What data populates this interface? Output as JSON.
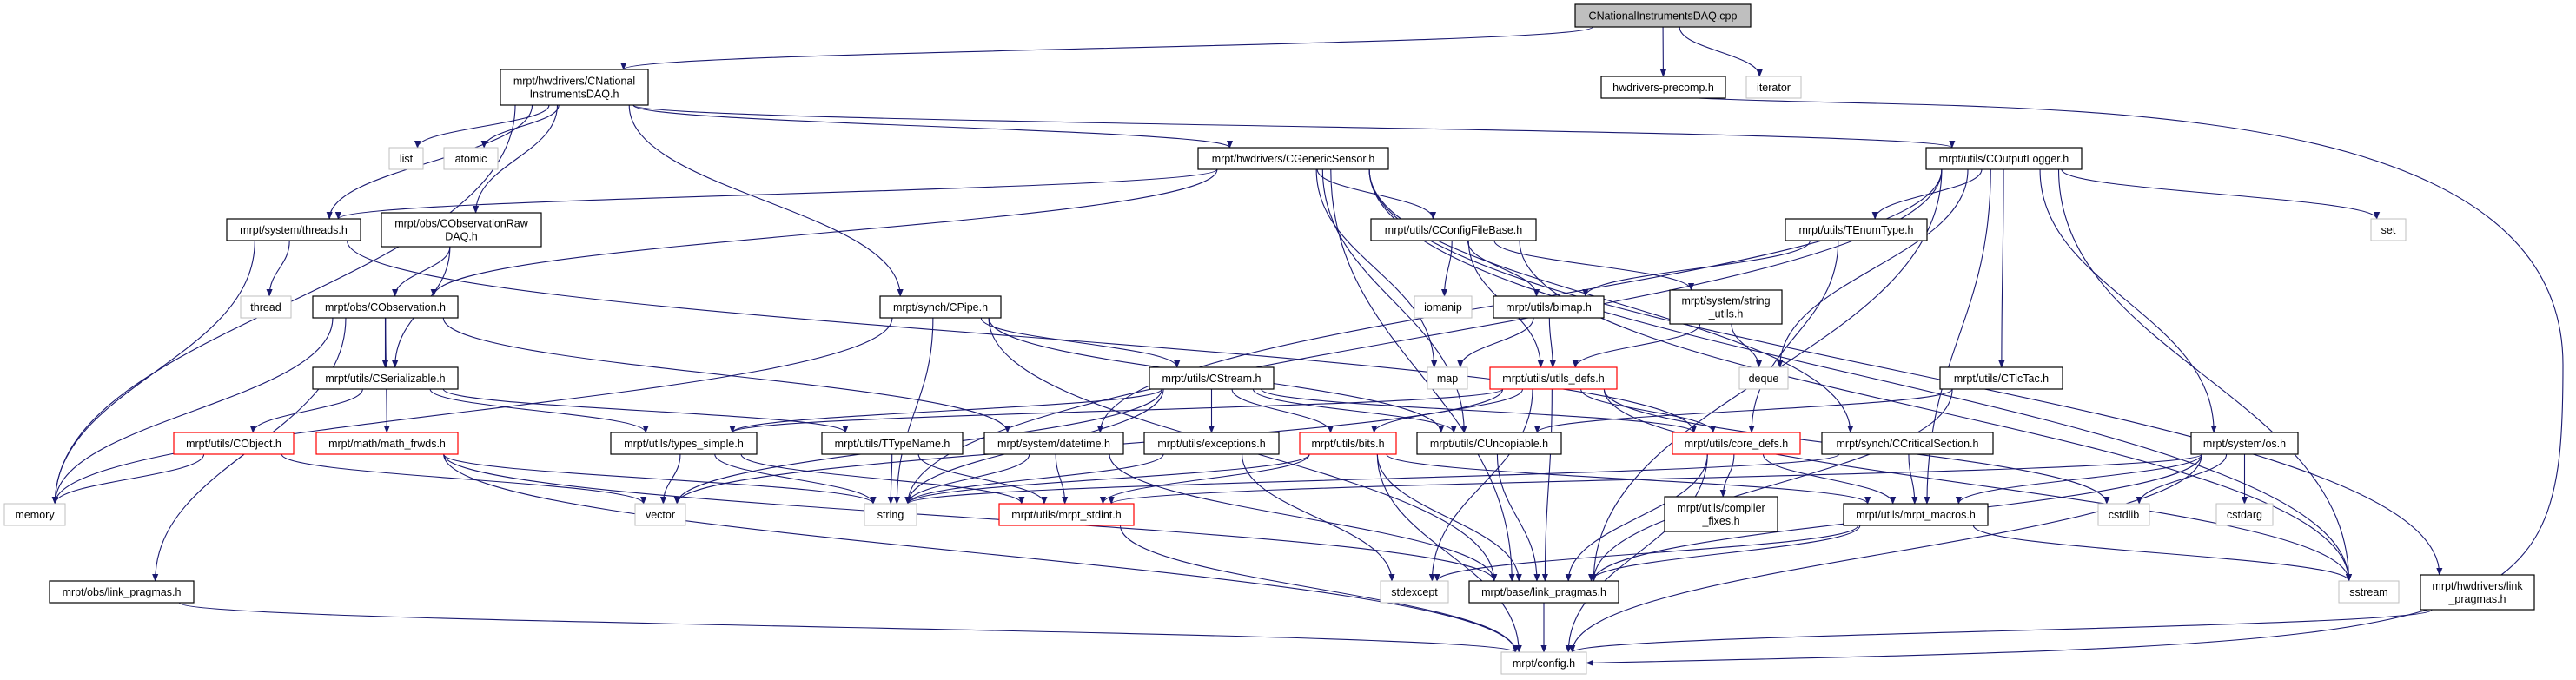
{
  "colors": {
    "edge": "#191970",
    "root_fill": "#bfbfbf",
    "normal_border": "#000000",
    "truncated_border": "#ff0000",
    "external_border": "#bfbfbf",
    "background": "#ffffff"
  },
  "graph": {
    "nodes": [
      {
        "id": "cpp",
        "lines": [
          "CNationalInstrumentsDAQ.cpp"
        ],
        "kind": "root"
      },
      {
        "id": "cnid",
        "lines": [
          "mrpt/hwdrivers/CNational",
          "InstrumentsDAQ.h"
        ],
        "kind": "normal"
      },
      {
        "id": "precomp",
        "lines": [
          "hwdrivers-precomp.h"
        ],
        "kind": "normal"
      },
      {
        "id": "iterator",
        "lines": [
          "iterator"
        ],
        "kind": "external"
      },
      {
        "id": "list",
        "lines": [
          "list"
        ],
        "kind": "external"
      },
      {
        "id": "atomic",
        "lines": [
          "atomic"
        ],
        "kind": "external"
      },
      {
        "id": "gensensor",
        "lines": [
          "mrpt/hwdrivers/CGenericSensor.h"
        ],
        "kind": "normal"
      },
      {
        "id": "outlogger",
        "lines": [
          "mrpt/utils/COutputLogger.h"
        ],
        "kind": "normal"
      },
      {
        "id": "threads",
        "lines": [
          "mrpt/system/threads.h"
        ],
        "kind": "normal"
      },
      {
        "id": "rawdaq",
        "lines": [
          "mrpt/obs/CObservationRaw",
          "DAQ.h"
        ],
        "kind": "normal"
      },
      {
        "id": "configfb",
        "lines": [
          "mrpt/utils/CConfigFileBase.h"
        ],
        "kind": "normal"
      },
      {
        "id": "tenum",
        "lines": [
          "mrpt/utils/TEnumType.h"
        ],
        "kind": "normal"
      },
      {
        "id": "set",
        "lines": [
          "set"
        ],
        "kind": "external"
      },
      {
        "id": "thread",
        "lines": [
          "thread"
        ],
        "kind": "external"
      },
      {
        "id": "cobs",
        "lines": [
          "mrpt/obs/CObservation.h"
        ],
        "kind": "normal"
      },
      {
        "id": "cpipe",
        "lines": [
          "mrpt/synch/CPipe.h"
        ],
        "kind": "normal"
      },
      {
        "id": "iomanip",
        "lines": [
          "iomanip"
        ],
        "kind": "external"
      },
      {
        "id": "bimap",
        "lines": [
          "mrpt/utils/bimap.h"
        ],
        "kind": "normal"
      },
      {
        "id": "strutils",
        "lines": [
          "mrpt/system/string",
          "_utils.h"
        ],
        "kind": "normal"
      },
      {
        "id": "cser",
        "lines": [
          "mrpt/utils/CSerializable.h"
        ],
        "kind": "normal"
      },
      {
        "id": "cstream",
        "lines": [
          "mrpt/utils/CStream.h"
        ],
        "kind": "normal"
      },
      {
        "id": "map",
        "lines": [
          "map"
        ],
        "kind": "external"
      },
      {
        "id": "utilsdefs",
        "lines": [
          "mrpt/utils/utils_defs.h"
        ],
        "kind": "truncated"
      },
      {
        "id": "deque",
        "lines": [
          "deque"
        ],
        "kind": "external"
      },
      {
        "id": "tictac",
        "lines": [
          "mrpt/utils/CTicTac.h"
        ],
        "kind": "normal"
      },
      {
        "id": "cobject",
        "lines": [
          "mrpt/utils/CObject.h"
        ],
        "kind": "truncated"
      },
      {
        "id": "mathfrwds",
        "lines": [
          "mrpt/math/math_frwds.h"
        ],
        "kind": "truncated"
      },
      {
        "id": "typesimple",
        "lines": [
          "mrpt/utils/types_simple.h"
        ],
        "kind": "normal"
      },
      {
        "id": "ttypename",
        "lines": [
          "mrpt/utils/TTypeName.h"
        ],
        "kind": "normal"
      },
      {
        "id": "datetime",
        "lines": [
          "mrpt/system/datetime.h"
        ],
        "kind": "normal"
      },
      {
        "id": "exceptions",
        "lines": [
          "mrpt/utils/exceptions.h"
        ],
        "kind": "normal"
      },
      {
        "id": "bits",
        "lines": [
          "mrpt/utils/bits.h"
        ],
        "kind": "truncated"
      },
      {
        "id": "uncopiable",
        "lines": [
          "mrpt/utils/CUncopiable.h"
        ],
        "kind": "normal"
      },
      {
        "id": "coredefs",
        "lines": [
          "mrpt/utils/core_defs.h"
        ],
        "kind": "truncated"
      },
      {
        "id": "critsec",
        "lines": [
          "mrpt/synch/CCriticalSection.h"
        ],
        "kind": "normal"
      },
      {
        "id": "os",
        "lines": [
          "mrpt/system/os.h"
        ],
        "kind": "normal"
      },
      {
        "id": "memory",
        "lines": [
          "memory"
        ],
        "kind": "external"
      },
      {
        "id": "vector",
        "lines": [
          "vector"
        ],
        "kind": "external"
      },
      {
        "id": "string",
        "lines": [
          "string"
        ],
        "kind": "external"
      },
      {
        "id": "stdint",
        "lines": [
          "mrpt/utils/mrpt_stdint.h"
        ],
        "kind": "truncated"
      },
      {
        "id": "compfixes",
        "lines": [
          "mrpt/utils/compiler",
          "_fixes.h"
        ],
        "kind": "normal"
      },
      {
        "id": "macros",
        "lines": [
          "mrpt/utils/mrpt_macros.h"
        ],
        "kind": "normal"
      },
      {
        "id": "cstdlib",
        "lines": [
          "cstdlib"
        ],
        "kind": "external"
      },
      {
        "id": "cstdarg",
        "lines": [
          "cstdarg"
        ],
        "kind": "external"
      },
      {
        "id": "obslp",
        "lines": [
          "mrpt/obs/link_pragmas.h"
        ],
        "kind": "normal"
      },
      {
        "id": "stdexcept",
        "lines": [
          "stdexcept"
        ],
        "kind": "external"
      },
      {
        "id": "baselp",
        "lines": [
          "mrpt/base/link_pragmas.h"
        ],
        "kind": "normal"
      },
      {
        "id": "sstream",
        "lines": [
          "sstream"
        ],
        "kind": "external"
      },
      {
        "id": "hwlp",
        "lines": [
          "mrpt/hwdrivers/link",
          "_pragmas.h"
        ],
        "kind": "normal"
      },
      {
        "id": "config",
        "lines": [
          "mrpt/config.h"
        ],
        "kind": "external"
      }
    ],
    "edges": [
      [
        "cpp",
        "cnid"
      ],
      [
        "cpp",
        "precomp"
      ],
      [
        "cpp",
        "iterator"
      ],
      [
        "precomp",
        "config"
      ],
      [
        "cnid",
        "memory"
      ],
      [
        "cnid",
        "list"
      ],
      [
        "cnid",
        "atomic"
      ],
      [
        "cnid",
        "threads"
      ],
      [
        "cnid",
        "rawdaq"
      ],
      [
        "cnid",
        "cpipe"
      ],
      [
        "cnid",
        "gensensor"
      ],
      [
        "cnid",
        "outlogger"
      ],
      [
        "gensensor",
        "threads"
      ],
      [
        "gensensor",
        "cobs"
      ],
      [
        "gensensor",
        "configfb"
      ],
      [
        "gensensor",
        "map"
      ],
      [
        "gensensor",
        "uncopiable"
      ],
      [
        "gensensor",
        "baselp"
      ],
      [
        "gensensor",
        "critsec"
      ],
      [
        "gensensor",
        "hwlp"
      ],
      [
        "gensensor",
        "sstream"
      ],
      [
        "outlogger",
        "datetime"
      ],
      [
        "outlogger",
        "string"
      ],
      [
        "outlogger",
        "deque"
      ],
      [
        "outlogger",
        "tenum"
      ],
      [
        "outlogger",
        "tictac"
      ],
      [
        "outlogger",
        "os"
      ],
      [
        "outlogger",
        "macros"
      ],
      [
        "outlogger",
        "baselp"
      ],
      [
        "outlogger",
        "set"
      ],
      [
        "outlogger",
        "sstream"
      ],
      [
        "threads",
        "thread"
      ],
      [
        "threads",
        "memory"
      ],
      [
        "threads",
        "coredefs"
      ],
      [
        "rawdaq",
        "cobs"
      ],
      [
        "rawdaq",
        "cser"
      ],
      [
        "cobs",
        "cser"
      ],
      [
        "cobs",
        "mathfrwds"
      ],
      [
        "cobs",
        "obslp"
      ],
      [
        "cobs",
        "datetime"
      ],
      [
        "cobs",
        "memory"
      ],
      [
        "cser",
        "cobject"
      ],
      [
        "cser",
        "typesimple"
      ],
      [
        "cser",
        "ttypename"
      ],
      [
        "cobject",
        "memory"
      ],
      [
        "cobject",
        "vector"
      ],
      [
        "mathfrwds",
        "string"
      ],
      [
        "mathfrwds",
        "baselp"
      ],
      [
        "mathfrwds",
        "config"
      ],
      [
        "cpipe",
        "cstream"
      ],
      [
        "cpipe",
        "memory"
      ],
      [
        "cpipe",
        "string"
      ],
      [
        "cpipe",
        "uncopiable"
      ],
      [
        "cpipe",
        "baselp"
      ],
      [
        "configfb",
        "iomanip"
      ],
      [
        "configfb",
        "bimap"
      ],
      [
        "configfb",
        "strutils"
      ],
      [
        "configfb",
        "utilsdefs"
      ],
      [
        "configfb",
        "sstream"
      ],
      [
        "bimap",
        "map"
      ],
      [
        "bimap",
        "utilsdefs"
      ],
      [
        "strutils",
        "deque"
      ],
      [
        "strutils",
        "utilsdefs"
      ],
      [
        "tenum",
        "bimap"
      ],
      [
        "tenum",
        "coredefs"
      ],
      [
        "utilsdefs",
        "typesimple"
      ],
      [
        "utilsdefs",
        "bits"
      ],
      [
        "utilsdefs",
        "coredefs"
      ],
      [
        "utilsdefs",
        "stdexcept"
      ],
      [
        "utilsdefs",
        "baselp"
      ],
      [
        "utilsdefs",
        "cstdlib"
      ],
      [
        "utilsdefs",
        "sstream"
      ],
      [
        "utilsdefs",
        "vector"
      ],
      [
        "cstream",
        "typesimple"
      ],
      [
        "cstream",
        "vector"
      ],
      [
        "cstream",
        "string"
      ],
      [
        "cstream",
        "exceptions"
      ],
      [
        "cstream",
        "bits"
      ],
      [
        "cstream",
        "uncopiable"
      ],
      [
        "cstream",
        "coredefs"
      ],
      [
        "typesimple",
        "vector"
      ],
      [
        "typesimple",
        "string"
      ],
      [
        "typesimple",
        "stdint"
      ],
      [
        "ttypename",
        "string"
      ],
      [
        "ttypename",
        "stdint"
      ],
      [
        "datetime",
        "string"
      ],
      [
        "datetime",
        "stdint"
      ],
      [
        "datetime",
        "baselp"
      ],
      [
        "exceptions",
        "string"
      ],
      [
        "exceptions",
        "stdexcept"
      ],
      [
        "bits",
        "string"
      ],
      [
        "bits",
        "stdint"
      ],
      [
        "bits",
        "config"
      ],
      [
        "bits",
        "baselp"
      ],
      [
        "bits",
        "macros"
      ],
      [
        "uncopiable",
        "baselp"
      ],
      [
        "coredefs",
        "compfixes"
      ],
      [
        "coredefs",
        "macros"
      ],
      [
        "coredefs",
        "baselp"
      ],
      [
        "coredefs",
        "config"
      ],
      [
        "critsec",
        "string"
      ],
      [
        "critsec",
        "macros"
      ],
      [
        "os",
        "stdint"
      ],
      [
        "os",
        "macros"
      ],
      [
        "os",
        "cstdlib"
      ],
      [
        "os",
        "cstdarg"
      ],
      [
        "os",
        "baselp"
      ],
      [
        "os",
        "config"
      ],
      [
        "tictac",
        "uncopiable"
      ],
      [
        "tictac",
        "baselp"
      ],
      [
        "macros",
        "stdexcept"
      ],
      [
        "macros",
        "sstream"
      ],
      [
        "macros",
        "baselp"
      ],
      [
        "stdint",
        "config"
      ],
      [
        "baselp",
        "config"
      ],
      [
        "obslp",
        "config"
      ],
      [
        "hwlp",
        "config"
      ]
    ]
  }
}
